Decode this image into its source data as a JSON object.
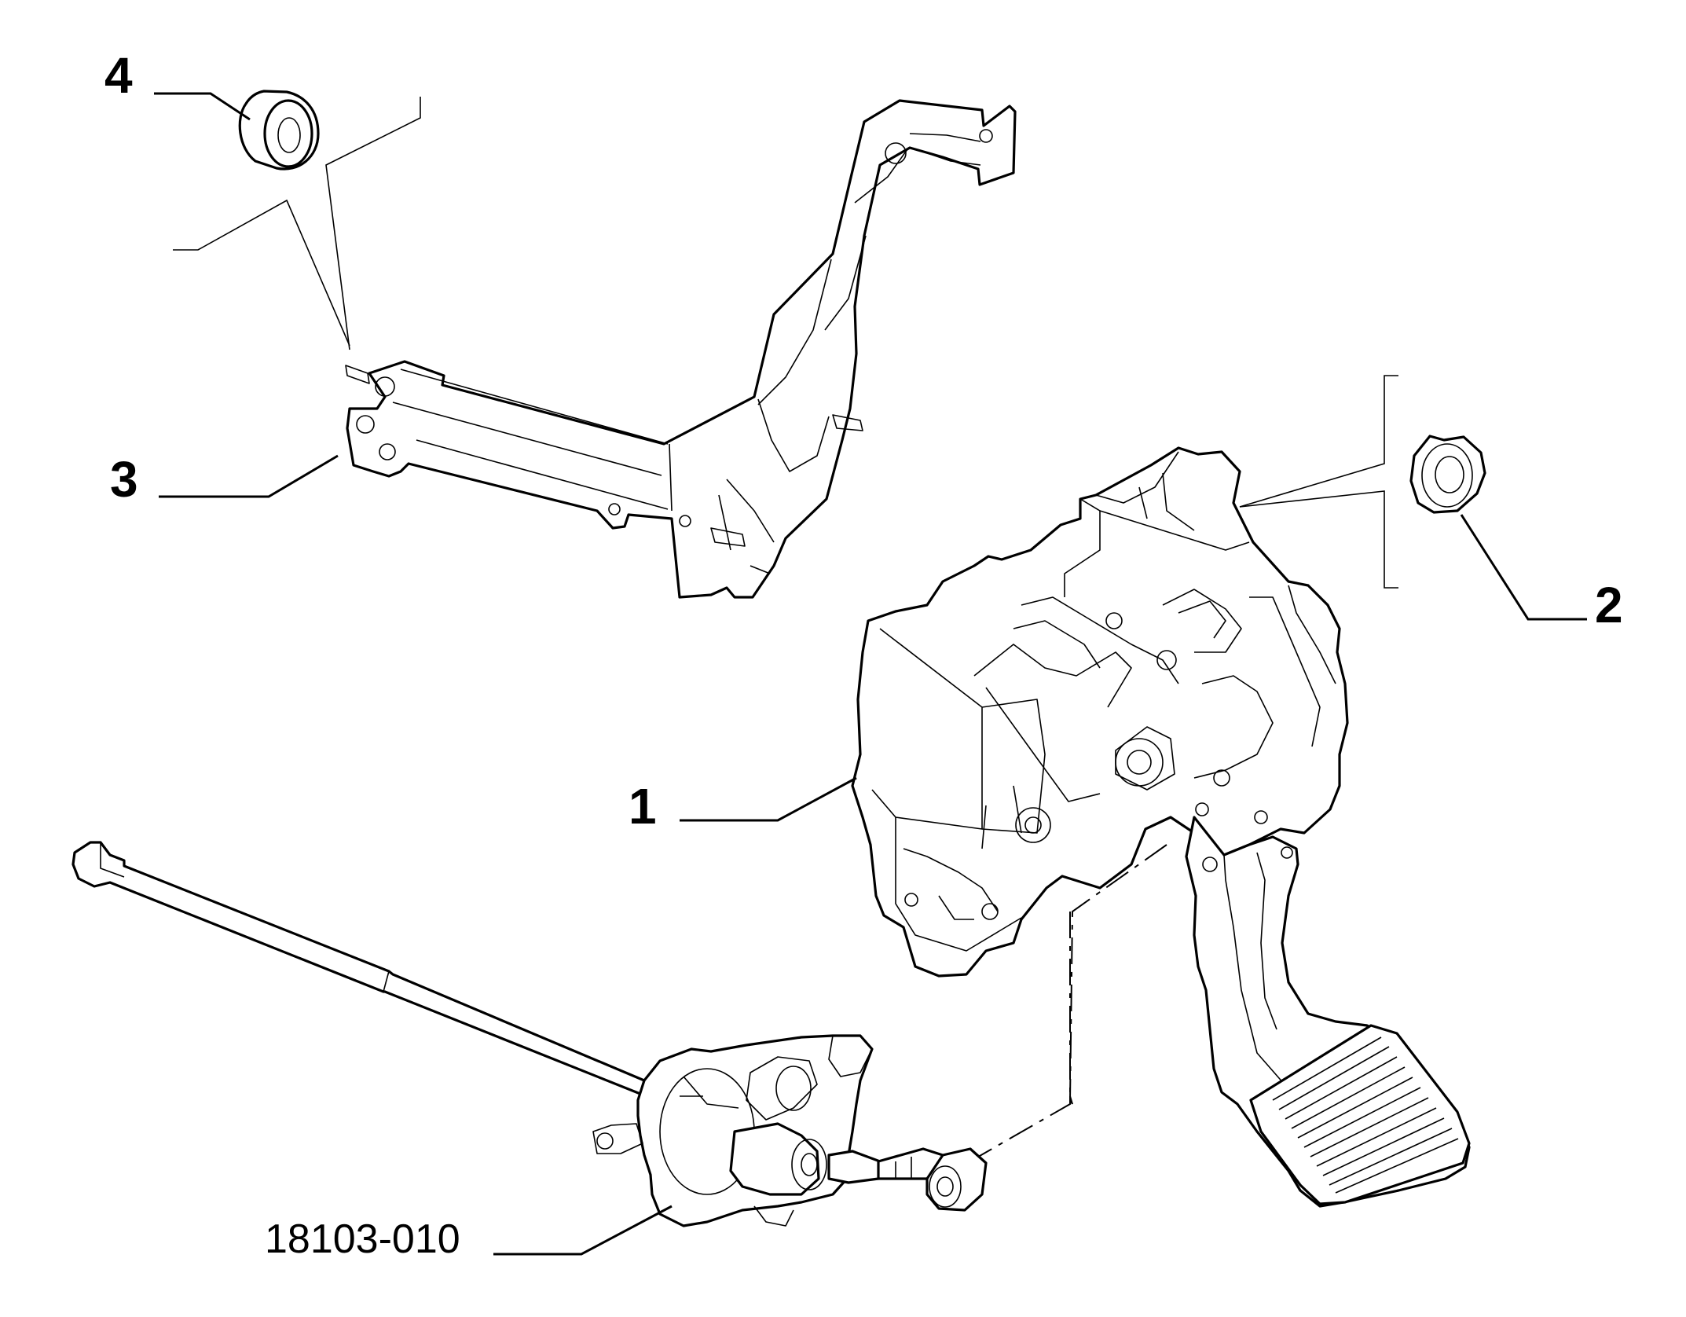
{
  "callouts": {
    "part_1": "1",
    "part_2": "2",
    "part_3": "3",
    "part_4": "4",
    "assembly_ref": "18103-010"
  },
  "colors": {
    "line": "#000000",
    "background": "#ffffff"
  }
}
